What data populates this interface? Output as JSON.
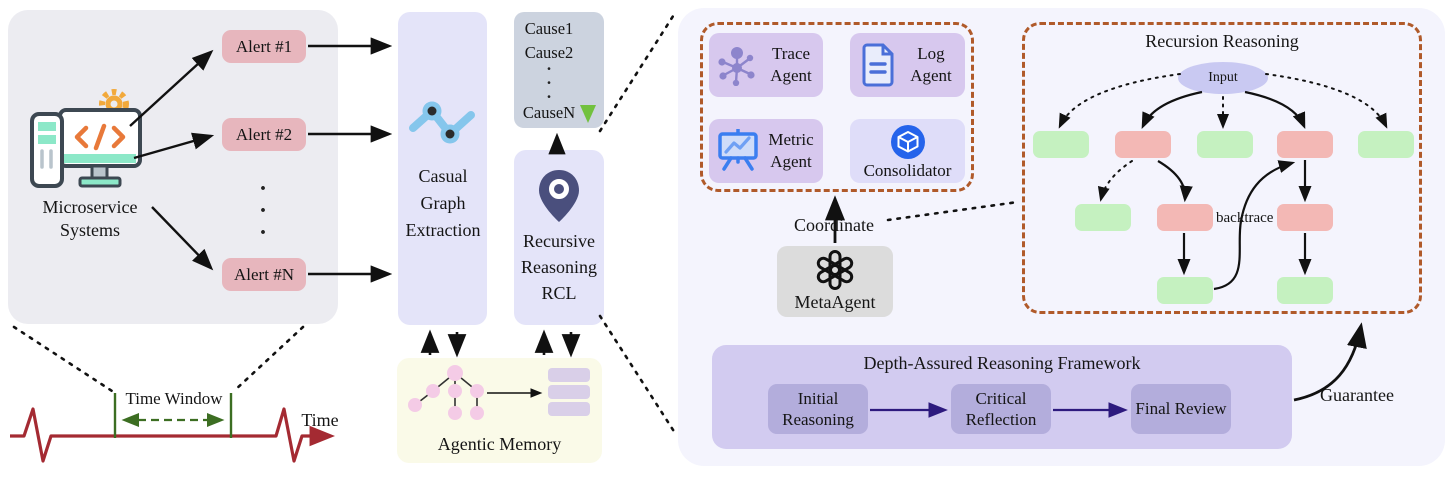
{
  "left_panel": {
    "system_label": "Microservice Systems",
    "alerts": [
      "Alert #1",
      "Alert #2",
      "Alert #N"
    ],
    "dots": ".\n.\n."
  },
  "pipeline": {
    "extraction_label": "Casual Graph Extraction",
    "causes": {
      "first": "Cause1",
      "second": "Cause2",
      "dots": ".\n.\n.",
      "last": "CauseN"
    },
    "rcl_label": "Recursive Reasoning RCL",
    "memory_label": "Agentic Memory"
  },
  "timeline": {
    "window_label": "Time Window",
    "axis_label": "Time"
  },
  "agents_panel": {
    "trace_label": "Trace Agent",
    "log_label": "Log Agent",
    "metric_label": "Metric Agent",
    "consolidator_label": "Consolidator",
    "meta_agent_label": "MetaAgent",
    "coordinate_label": "Coordinate"
  },
  "recursion": {
    "title": "Recursion Reasoning",
    "input_label": "Input",
    "backtrace_label": "backtrace",
    "node_rows": [
      [
        "green",
        "red",
        "green",
        "red",
        "green"
      ],
      [
        "green",
        "red",
        "red"
      ],
      [
        "green",
        "green"
      ]
    ]
  },
  "framework": {
    "title": "Depth-Assured Reasoning Framework",
    "steps": [
      "Initial Reasoning",
      "Critical Reflection",
      "Final Review"
    ],
    "guarantee_label": "Guarantee"
  },
  "colors": {
    "dashed_border": "#b05a2a",
    "alert_pink": "#e7b6bd",
    "lavender_box": "#e4e4f9",
    "cause_gray": "#ccd3df",
    "memory_cream": "#fafae8",
    "left_panel_gray": "#ececf1",
    "right_panel": "#f4f4fd",
    "agent_purple": "#d7c8ee",
    "meta_gray": "#dcdcdc",
    "framework_purple": "#d2cbf0",
    "step_purple": "#b3addc",
    "node_green": "#c5f1c0",
    "node_red": "#f3b8b5",
    "input_ellipse": "#c9c9f2",
    "framework_arrow": "#2d1a7e",
    "time_red": "#a42a32",
    "window_green": "#3c6e22",
    "rank_gradient_top": "#e0635f",
    "rank_gradient_bottom": "#79c241"
  }
}
